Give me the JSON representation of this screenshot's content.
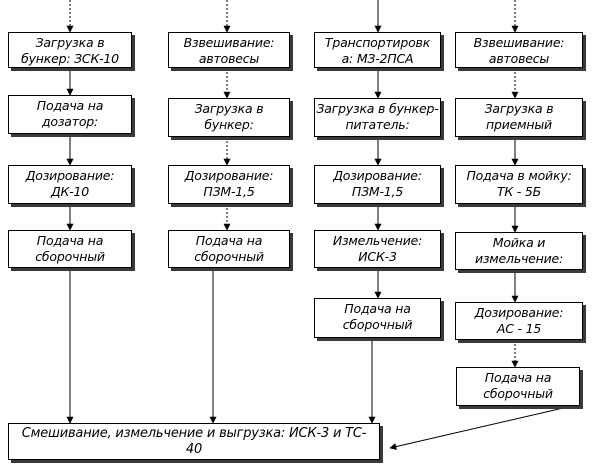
{
  "diagram": {
    "columns": [
      {
        "boxes": [
          {
            "line1": "Загрузка в",
            "line2": "бункер: ЗСК-10"
          },
          {
            "line1": "Подача на",
            "line2": "дозатор:"
          },
          {
            "line1": "Дозирование:",
            "line2": "ДК-10"
          },
          {
            "line1": "Подача на",
            "line2": "сборочный"
          }
        ]
      },
      {
        "boxes": [
          {
            "line1": "Взвешивание:",
            "line2": "автовесы"
          },
          {
            "line1": "Загрузка в",
            "line2": "бункер:"
          },
          {
            "line1": "Дозирование:",
            "line2": "ПЗМ-1,5"
          },
          {
            "line1": "Подача на",
            "line2": "сборочный"
          }
        ]
      },
      {
        "boxes": [
          {
            "line1": "Транспортировк",
            "line2": "а: МЗ-2ПСА"
          },
          {
            "line1": "Загрузка в бункер-",
            "line2": "питатель:"
          },
          {
            "line1": "Дозирование:",
            "line2": "ПЗМ-1,5"
          },
          {
            "line1": "Измельчение:",
            "line2": "ИСК-3"
          },
          {
            "line1": "Подача на",
            "line2": "сборочный"
          }
        ]
      },
      {
        "boxes": [
          {
            "line1": "Взвешивание:",
            "line2": "автовесы"
          },
          {
            "line1": "Загрузка в",
            "line2": "приемный"
          },
          {
            "line1": "Подача в мойку:",
            "line2": "ТК - 5Б"
          },
          {
            "line1": "Мойка и",
            "line2": "измельчение:"
          },
          {
            "line1": "Дозирование:",
            "line2": "АС - 15"
          },
          {
            "line1": "Подача на",
            "line2": "сборочный"
          }
        ]
      }
    ],
    "final": {
      "line1": "Смешивание,  измельчение  и выгрузка: ИСК-3 и ТС-",
      "line2": "40"
    },
    "colors": {
      "line": "#000000",
      "shadow": "#3a3a3a",
      "background": "#ffffff"
    }
  }
}
